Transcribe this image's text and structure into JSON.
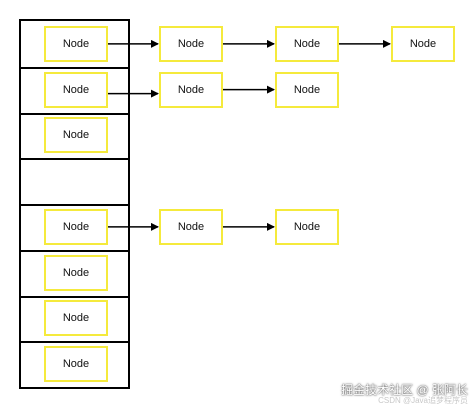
{
  "node_label": "Node",
  "buckets": [
    {
      "chain_length": 4
    },
    {
      "chain_length": 3
    },
    {
      "chain_length": 1
    },
    {
      "chain_length": 0
    },
    {
      "chain_length": 3
    },
    {
      "chain_length": 1
    },
    {
      "chain_length": 1
    },
    {
      "chain_length": 1
    }
  ],
  "colors": {
    "node_border": "#f5ea3c",
    "bucket_border": "#000000",
    "arrow": "#000000"
  },
  "watermark": {
    "main": "掘金技术社区 @ 张阿长",
    "sub": "CSDN @Java追梦程序员"
  }
}
